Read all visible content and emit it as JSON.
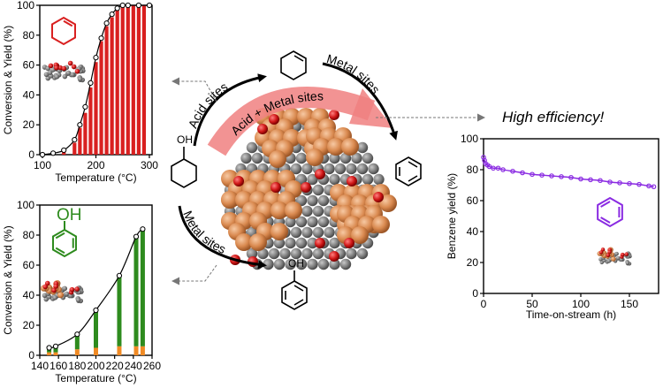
{
  "chart_data": [
    {
      "type": "bar",
      "name": "cyclohexene-panel",
      "xlabel": "Temperature (°C)",
      "ylabel": "Conversion & Yield (%)",
      "xlim": [
        95,
        305
      ],
      "ylim": [
        0,
        100
      ],
      "xticks": [
        100,
        200,
        300
      ],
      "xtick_labels": [
        "100",
        "200",
        "300"
      ],
      "yticks": [
        0,
        20,
        40,
        60,
        80,
        100
      ],
      "ytick_labels": [
        "0",
        "20",
        "40",
        "60",
        "80",
        "100"
      ],
      "bar_color": "#d92020",
      "bars": [
        {
          "x": 140,
          "value": 2
        },
        {
          "x": 160,
          "value": 8
        },
        {
          "x": 170,
          "value": 18
        },
        {
          "x": 180,
          "value": 28
        },
        {
          "x": 190,
          "value": 45
        },
        {
          "x": 200,
          "value": 62
        },
        {
          "x": 210,
          "value": 76
        },
        {
          "x": 220,
          "value": 86
        },
        {
          "x": 230,
          "value": 92
        },
        {
          "x": 240,
          "value": 97
        },
        {
          "x": 250,
          "value": 99
        },
        {
          "x": 260,
          "value": 100
        },
        {
          "x": 270,
          "value": 100
        },
        {
          "x": 280,
          "value": 100
        },
        {
          "x": 290,
          "value": 100
        }
      ],
      "conversion_x": [
        100,
        120,
        140,
        160,
        170,
        180,
        190,
        200,
        210,
        220,
        230,
        240,
        250,
        260,
        280,
        300
      ],
      "conversion_y": [
        0,
        1,
        3,
        10,
        20,
        32,
        48,
        65,
        78,
        88,
        94,
        98,
        100,
        100,
        100,
        100
      ]
    },
    {
      "type": "bar",
      "name": "phenol-panel",
      "xlabel": "Temperature (°C)",
      "ylabel": "Conversion & Yield (%)",
      "xlim": [
        140,
        260
      ],
      "ylim": [
        0,
        100
      ],
      "xticks": [
        140,
        160,
        180,
        200,
        220,
        240,
        260
      ],
      "xtick_labels": [
        "140",
        "160",
        "180",
        "200",
        "220",
        "240",
        "260"
      ],
      "yticks": [
        0,
        20,
        40,
        60,
        80,
        100
      ],
      "ytick_labels": [
        "0",
        "20",
        "40",
        "60",
        "80",
        "100"
      ],
      "bar_colors": [
        "#2e8b1e",
        "#f08a24"
      ],
      "bars": [
        {
          "x": 150,
          "green": 3,
          "orange": 2
        },
        {
          "x": 157,
          "green": 3,
          "orange": 2
        },
        {
          "x": 180,
          "green": 9,
          "orange": 4
        },
        {
          "x": 200,
          "green": 24,
          "orange": 5
        },
        {
          "x": 225,
          "green": 46,
          "orange": 6
        },
        {
          "x": 243,
          "green": 72,
          "orange": 6
        },
        {
          "x": 250,
          "green": 78,
          "orange": 6
        }
      ],
      "conversion_x": [
        150,
        157,
        180,
        200,
        225,
        243,
        250
      ],
      "conversion_y": [
        5,
        6,
        14,
        30,
        53,
        79,
        84
      ]
    },
    {
      "type": "line",
      "name": "benzene-yield-panel",
      "xlabel": "Time-on-stream (h)",
      "ylabel": "Benzene yield (%)",
      "xlim": [
        0,
        180
      ],
      "ylim": [
        0,
        100
      ],
      "xticks": [
        0,
        50,
        100,
        150
      ],
      "xtick_labels": [
        "0",
        "50",
        "100",
        "150"
      ],
      "yticks": [
        0,
        20,
        40,
        60,
        80,
        100
      ],
      "ytick_labels": [
        "0",
        "20",
        "40",
        "60",
        "80",
        "100"
      ],
      "color": "#8a2be2",
      "x": [
        0,
        1,
        2,
        4,
        6,
        10,
        15,
        20,
        30,
        40,
        50,
        60,
        70,
        80,
        90,
        100,
        110,
        120,
        130,
        140,
        150,
        160,
        170,
        175
      ],
      "y": [
        88,
        86,
        84,
        83,
        82,
        81,
        81,
        80,
        79,
        78,
        77,
        76.5,
        76,
        75.5,
        75,
        74,
        73.5,
        73,
        72,
        71.5,
        71,
        70.5,
        69.5,
        69
      ]
    }
  ],
  "scheme": {
    "acid_sites": "Acid sites",
    "acid_metal_sites": "Acid + Metal sites",
    "metal_sites_top": "Metal sites",
    "metal_sites_bottom": "Metal sites",
    "high_efficiency": "High efficiency!",
    "oh_cyclohexanol": "OH",
    "oh_phenol_product": "OH",
    "oh_phenol_inset": "OH"
  },
  "colors": {
    "red_bar": "#d92020",
    "green_bar": "#2e8b1e",
    "orange_bar": "#f08a24",
    "purple": "#8a2be2",
    "copper": "#d9894f",
    "carbon": "#7d7d7d",
    "oxygen": "#cc1a1a",
    "arrow_pink": "#f08080"
  }
}
